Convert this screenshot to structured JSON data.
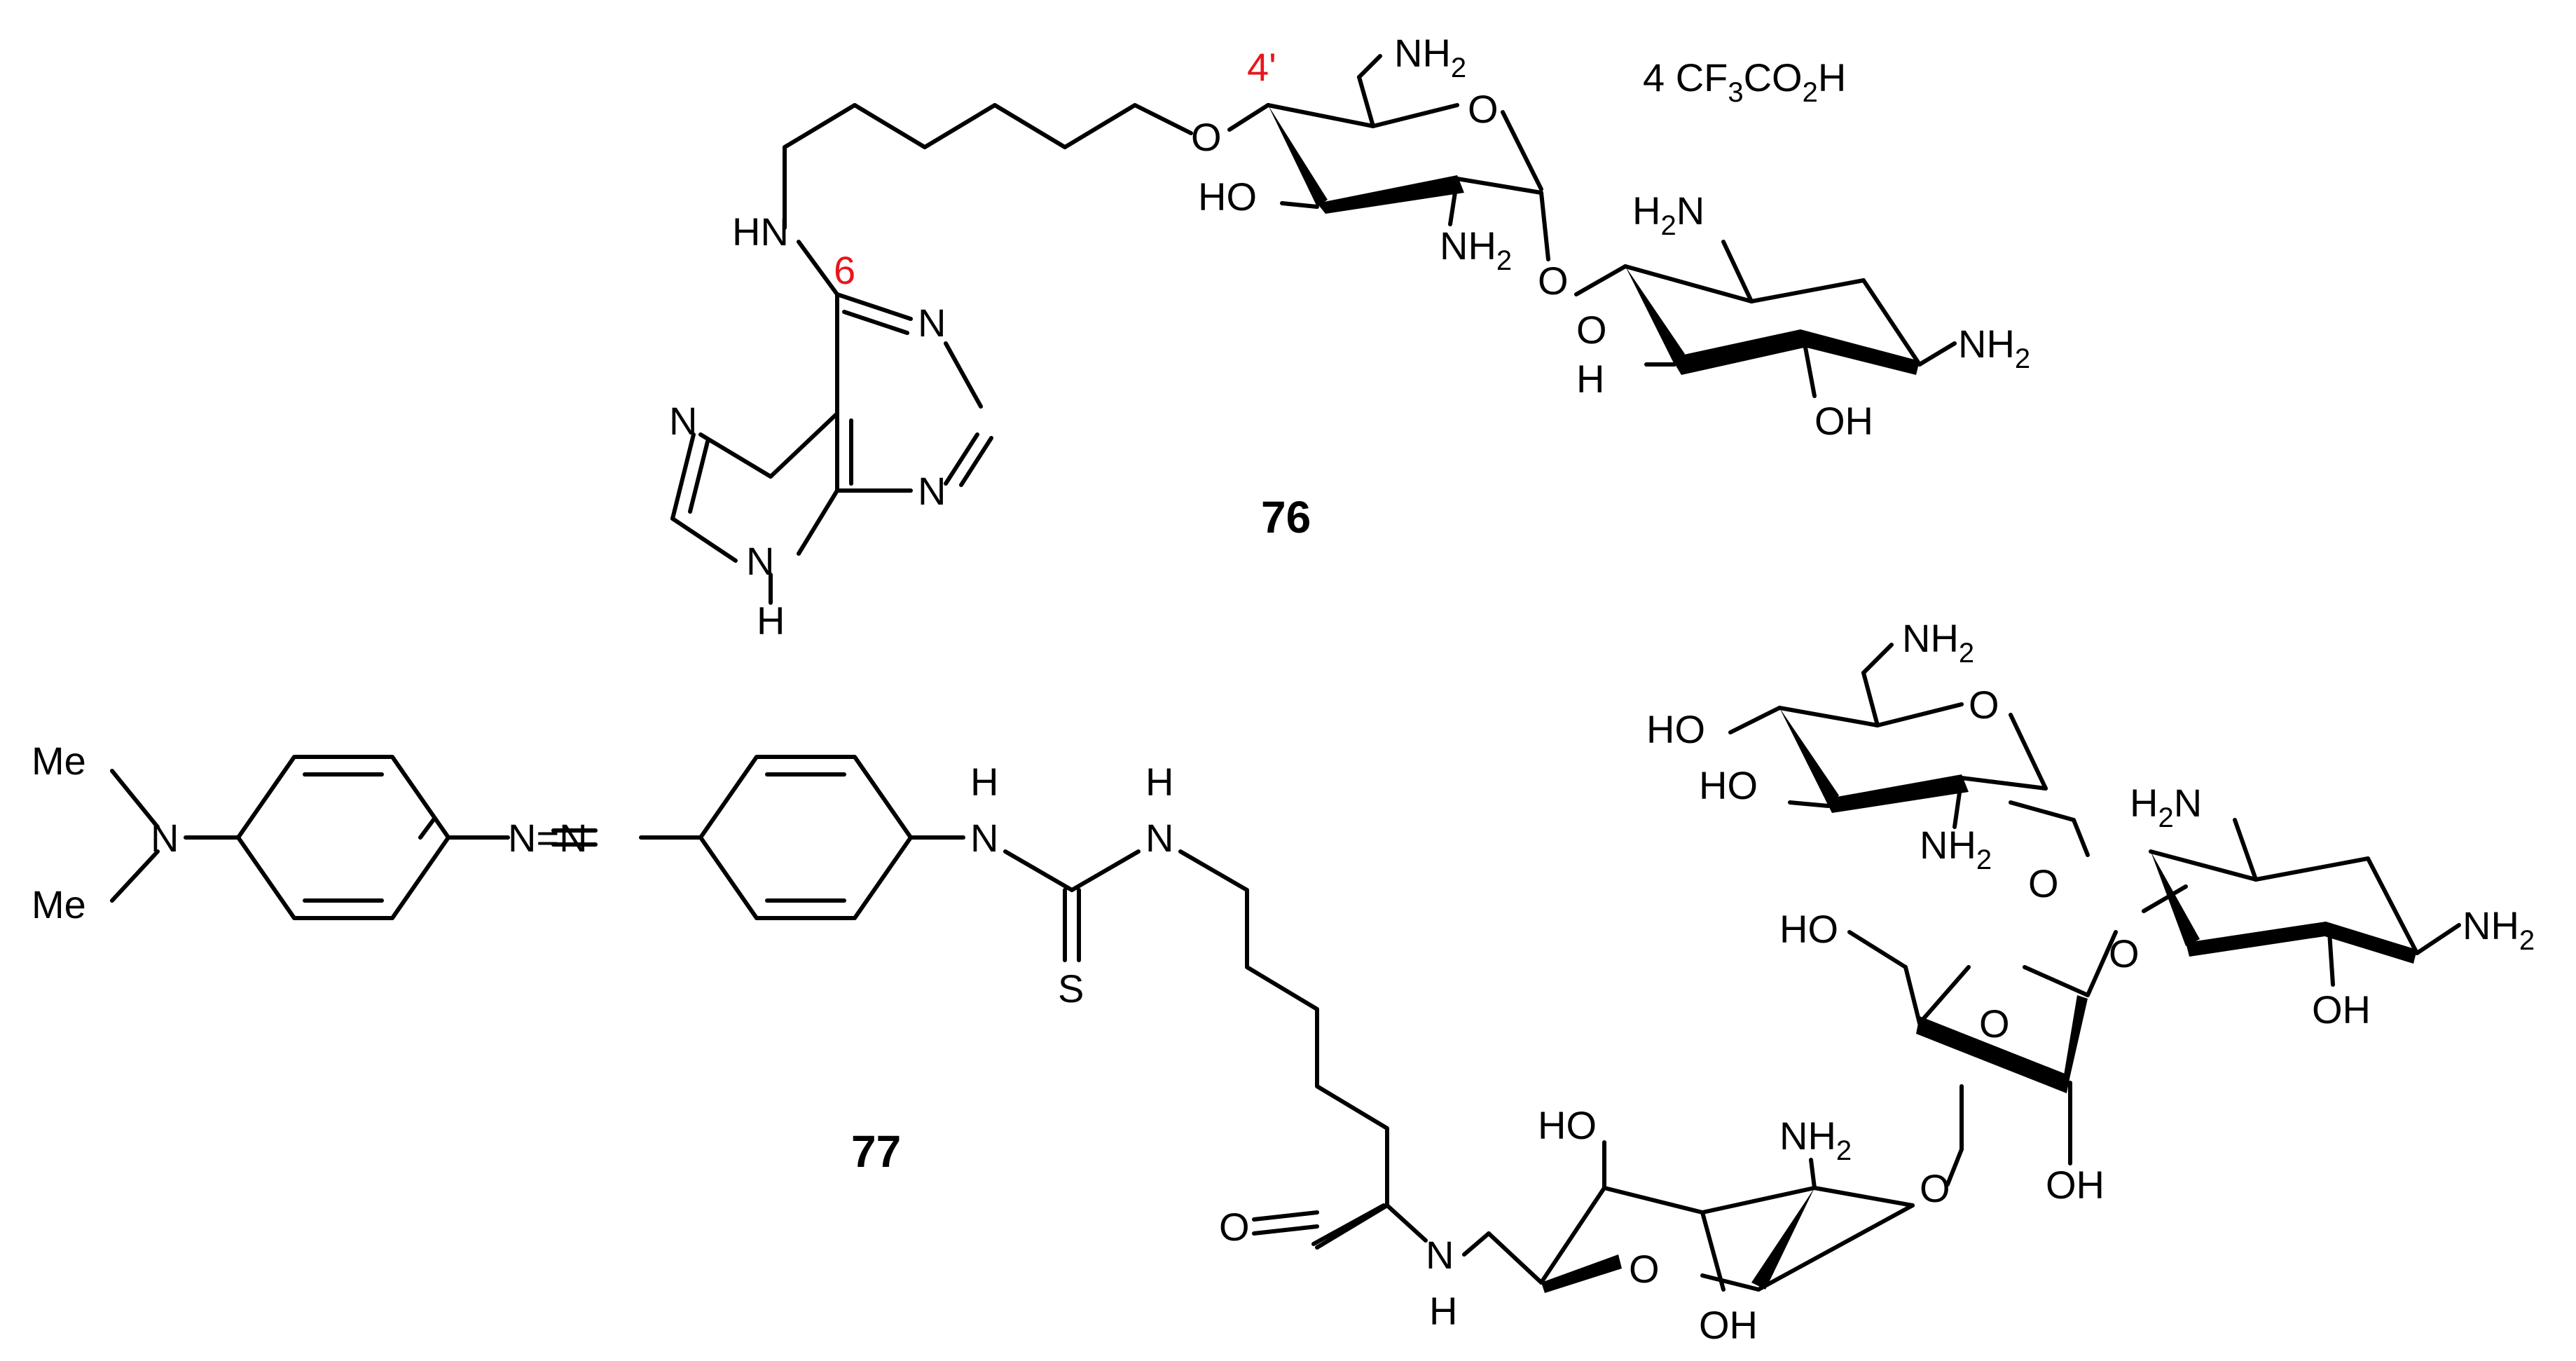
{
  "compounds": [
    {
      "number": "76",
      "salt": {
        "prefix": "4 CF",
        "sub1": "3",
        "mid": "CO",
        "sub2": "2",
        "suffix": "H"
      },
      "position_labels": [
        "4'",
        "6"
      ],
      "atom_labels": {
        "nh2_top": "NH",
        "nh2_top_sub": "2",
        "o_ring": "O",
        "o_link": "O",
        "o_glyco": "O",
        "ho_sugar": "HO",
        "nh2_sugar": "NH",
        "nh2_sugar_sub": "2",
        "hn_link": "HN",
        "n1": "N",
        "n3": "N",
        "n7": "N",
        "n9": "N",
        "n9_h": "H",
        "h2n_ring": "H",
        "h2n_ring_sub": "2",
        "h2n_ring_n": "N",
        "nh2_ring": "NH",
        "nh2_ring_sub": "2",
        "o_left": "O",
        "h_left": "H",
        "oh_bottom": "OH"
      }
    },
    {
      "number": "77",
      "atom_labels": {
        "me_top": "Me",
        "me_bottom": "Me",
        "n_dimethyl": "N",
        "azo": "N=N",
        "nh_left_h": "H",
        "nh_left_n": "N",
        "nh_right_h": "H",
        "nh_right_n": "N",
        "s": "S",
        "o_carbonyl": "O",
        "nh_amide_n": "N",
        "nh_amide_h": "H",
        "nh2_sugar_top": "NH",
        "nh2_sugar_top_sub": "2",
        "ho_1": "HO",
        "ho_2": "HO",
        "o_ring_top": "O",
        "nh2_2": "NH",
        "nh2_2_sub": "2",
        "o_glyco_top": "O",
        "h2n_ring": "H",
        "h2n_ring_sub": "2",
        "h2n_ring_n": "N",
        "nh2_ring": "NH",
        "nh2_ring_sub": "2",
        "oh_ring": "OH",
        "o_link_ribose": "O",
        "ho_ribose": "HO",
        "o_ribose": "O",
        "oh_ribose": "OH",
        "o_link_lower": "O",
        "oh_lower": "HO",
        "nh2_lower": "NH",
        "nh2_lower_sub": "2",
        "o_lower": "O",
        "oh_bottom": "OH"
      }
    }
  ]
}
